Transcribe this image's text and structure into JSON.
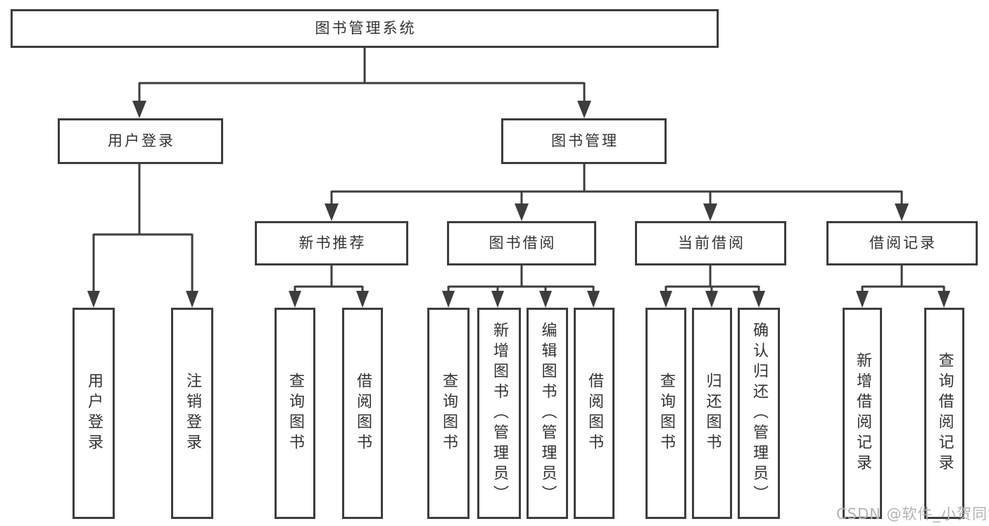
{
  "nodes": {
    "root": "图书管理系统",
    "l2": [
      "用户登录",
      "图书管理"
    ],
    "l3": [
      "新书推荐",
      "图书借阅",
      "当前借阅",
      "借阅记录"
    ],
    "leaves_user": [
      "用户登录",
      "注销登录"
    ],
    "leaves_newbook": [
      "查询图书",
      "借阅图书"
    ],
    "leaves_borrow": [
      "查询图书",
      "新增图书（管理员）",
      "编辑图书（管理员）",
      "借阅图书"
    ],
    "leaves_current": [
      "查询图书",
      "归还图书",
      "确认归还（管理员）"
    ],
    "leaves_records": [
      "新增借阅记录",
      "查询借阅记录"
    ]
  },
  "watermark": "CSDN @软件_小贺同学",
  "colors": {
    "line": "#3d3d3d",
    "text": "#333333",
    "watermark": "#b3b3b3",
    "background": "#ffffff"
  }
}
